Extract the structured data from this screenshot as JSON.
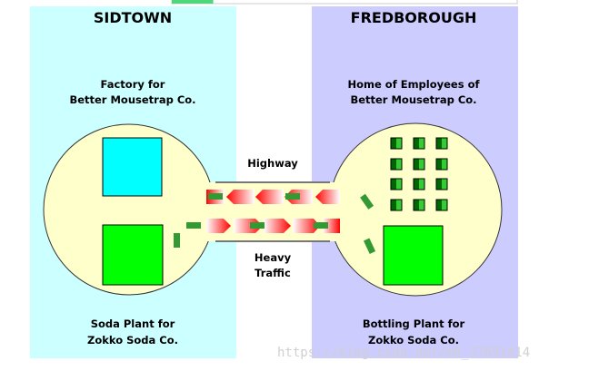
{
  "progress": {
    "value_percent": 12,
    "fill_color": "#4cd87a"
  },
  "towns": {
    "left": {
      "name": "SIDTOWN",
      "color": "#ccffff",
      "top_label": [
        "Factory for",
        "Better Mousetrap Co."
      ],
      "bottom_label": [
        "Soda Plant for",
        "Zokko Soda Co."
      ]
    },
    "right": {
      "name": "FREDBOROUGH",
      "color": "#ccccff",
      "top_label": [
        "Home of Employees of",
        "Better Mousetrap Co."
      ],
      "bottom_label": [
        "Bottling Plant for",
        "Zokko Soda Co."
      ]
    }
  },
  "road": {
    "top_label": "Highway",
    "bottom_label": [
      "Heavy",
      "Traffic"
    ]
  },
  "colors": {
    "circle": "#ffffcc",
    "factory": "#00ffff",
    "plant": "#00ff00",
    "truck": "#339933",
    "arrow": "#ff0000"
  },
  "watermark": "https://blog.csdn.net/m0_37691414"
}
